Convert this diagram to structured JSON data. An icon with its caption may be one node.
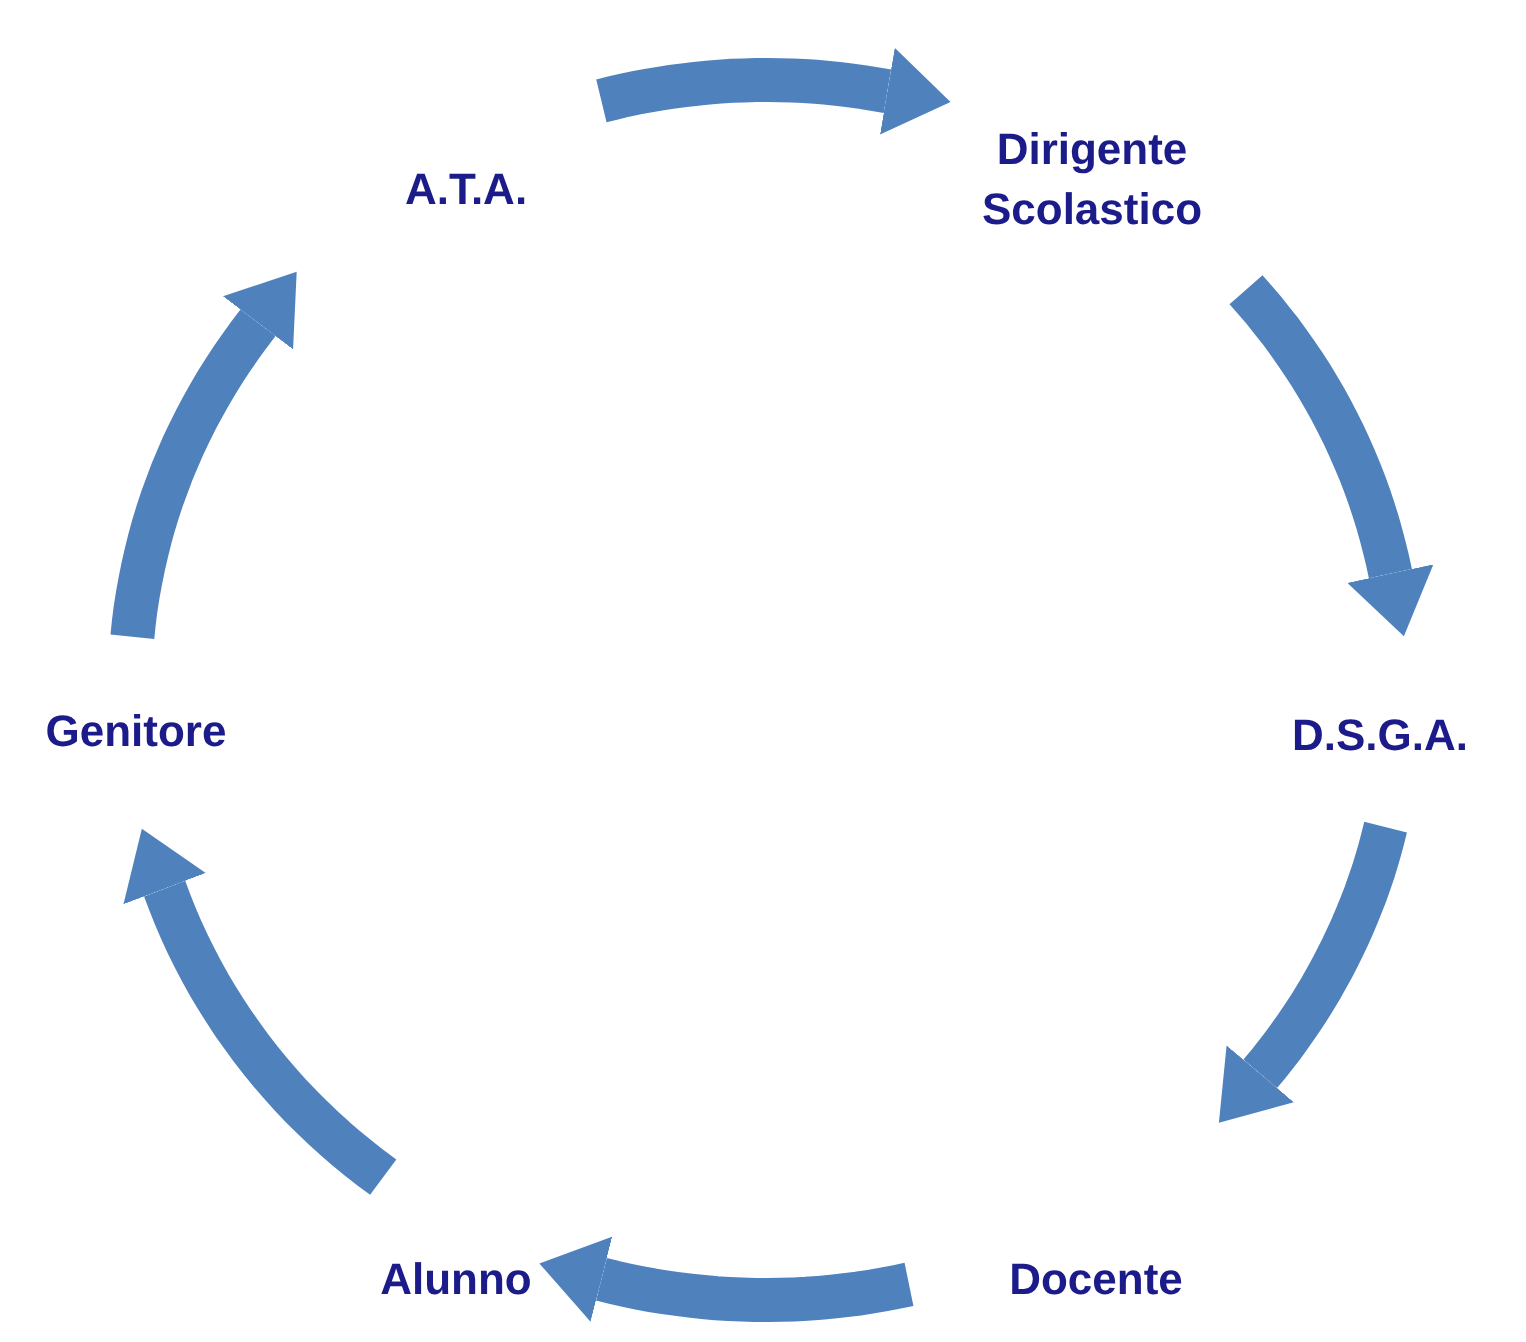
{
  "diagram": {
    "nodes": [
      {
        "text": [
          "A.T.A."
        ]
      },
      {
        "text": [
          "Dirigente Scolastico"
        ]
      },
      {
        "text": [
          "D.S.G.A."
        ]
      },
      {
        "text": [
          "Docente"
        ]
      },
      {
        "text": [
          "Alunno"
        ]
      },
      {
        "text": [
          "Genitore"
        ]
      }
    ],
    "edges": [
      {
        "from": 0,
        "to": 1,
        "arrow": "to"
      },
      {
        "from": 1,
        "to": 2,
        "arrow": "to"
      },
      {
        "from": 2,
        "to": 3,
        "arrow": "to"
      },
      {
        "from": 3,
        "to": 4,
        "arrow": "to"
      },
      {
        "from": 4,
        "to": 5,
        "arrow": "to"
      },
      {
        "from": 5,
        "to": 0,
        "arrow": "to"
      }
    ]
  }
}
